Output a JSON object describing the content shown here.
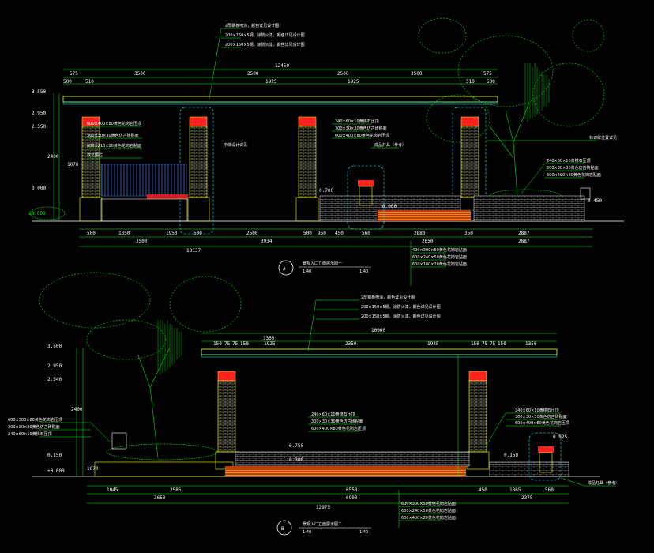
{
  "colors": {
    "background": "#000000",
    "dim": "#ffffff",
    "frame": "#00ff00",
    "brick": "#c8c8a0",
    "cap": "#ff2020",
    "beam": "#ffff00",
    "tree": "#00cc00",
    "highlight": "#00ffff"
  },
  "elevation_a": {
    "marker": "A",
    "title": "景观入口立面展示图一",
    "scale_left": "1:40",
    "scale_right": "1:40",
    "top_total": "12450",
    "top_dims": [
      "575",
      "3500",
      "2500",
      "2500",
      "3500",
      "575"
    ],
    "sub_dims": [
      "500",
      "510",
      "1925",
      "1925",
      "510",
      "500"
    ],
    "bottom_dims": [
      "500",
      "1350",
      "1950",
      "500",
      "2500",
      "500",
      "950",
      "450",
      "560",
      "2880",
      "350",
      "2887"
    ],
    "bottom_totals": [
      "3500",
      "3934",
      "2650",
      "2887",
      "13137"
    ],
    "levels": [
      "3.550",
      "2.950",
      "2.550",
      "0.000",
      "±0.000"
    ],
    "vert_dims": [
      "2400",
      "1070"
    ],
    "level_notes": [
      "0.700",
      "0.000",
      "0.450"
    ],
    "callouts_top": [
      "2厚钢板喷涂，颜色详见设计图",
      "200×150×5钢，涂防火漆，颜色详见设计图",
      "200×150×5钢，涂防火漆，颜色详见设计图"
    ],
    "callouts_left": [
      "600×400×80黄色花岗岩压顶",
      "300×30×30黄色仿古砖贴面",
      "600×210×20黄色花岗岩贴面",
      "铁艺围栏"
    ],
    "callouts_mid": [
      "240×60×10黄锈石压顶",
      "300×30×30黄色仿古砖贴面",
      "600×400×80黄色花岗岩压顶",
      "成品灯具（参考）"
    ],
    "callouts_right": [
      "240×60×10黄锈石压顶",
      "200×30×30黄色仿古砖贴面",
      "600×400×80黄色花岗岩贴面"
    ],
    "callouts_bottom": [
      "400×300×50黄色花岗岩贴面",
      "600×240×50黄色花岗岩贴面",
      "600×100×20黄色花岗岩贴面"
    ],
    "labels": [
      "字体设计详见",
      "标识牌位置详见"
    ]
  },
  "elevation_b": {
    "marker": "B",
    "title": "景观入口立面展示图二",
    "scale_left": "1:40",
    "scale_right": "1:40",
    "top_total": "10000",
    "top_dims": [
      "1350",
      "1925",
      "2350",
      "1925",
      "1350"
    ],
    "sub_dims": [
      "150",
      "75",
      "75",
      "150",
      "150",
      "75",
      "75",
      "150"
    ],
    "bottom_dims": [
      "1045",
      "2585",
      "6550",
      "450",
      "1365",
      "560"
    ],
    "bottom_totals": [
      "3650",
      "6900",
      "2375",
      "12975"
    ],
    "levels": [
      "3.500",
      "2.950",
      "2.540",
      "0.150",
      "±0.000"
    ],
    "vert_dims": [
      "2400",
      "1070"
    ],
    "level_notes": [
      "0.750",
      "0.300",
      "0.150",
      "0.925"
    ],
    "callouts_top": [
      "2厚钢板喷涂，颜色详见设计图",
      "200×150×5钢，涂防火漆，颜色详见设计图",
      "200×150×5钢，涂防火漆，颜色详见设计图"
    ],
    "callouts_left": [
      "600×300×80黄色花岗岩压顶",
      "300×30×30黄色仿古砖贴面",
      "240×60×10黄锈石压顶"
    ],
    "callouts_mid": [
      "240×60×10黄锈石压顶",
      "300×30×30黄色仿古砖贴面",
      "600×400×80黄色花岗岩压顶"
    ],
    "callouts_right": [
      "240×60×10黄锈石压顶",
      "300×30×30黄色仿古砖贴面",
      "600×400×80黄色花岗岩压顶"
    ],
    "callouts_bottom": [
      "600×300×50黄色花岗岩贴面",
      "600×240×50黄色花岗岩贴面",
      "600×400×20黄色花岗岩贴面"
    ],
    "labels": [
      "成品灯具（参考）"
    ]
  }
}
